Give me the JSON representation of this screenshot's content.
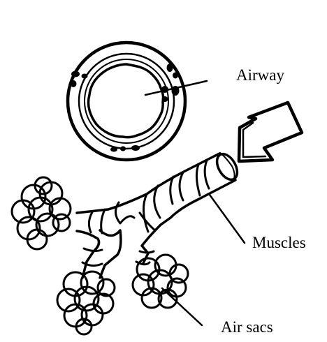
{
  "labels": {
    "airway": "Airway",
    "muscles": "Muscles",
    "air_sacs": "Air sacs"
  },
  "colors": {
    "ink": "#000000",
    "background": "#ffffff"
  }
}
